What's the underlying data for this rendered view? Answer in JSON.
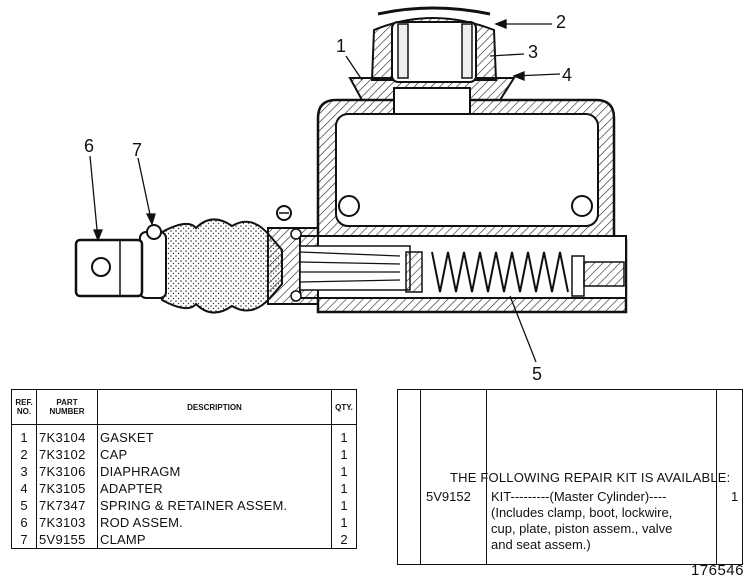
{
  "callouts": [
    "1",
    "2",
    "3",
    "4",
    "5",
    "6",
    "7"
  ],
  "parts_table": {
    "headers": {
      "ref_no": "REF. NO.",
      "part_number": "PART NUMBER",
      "description": "DESCRIPTION",
      "qty": "QTY."
    },
    "rows": [
      {
        "ref": "1",
        "part_number": "7K3104",
        "description": "GASKET",
        "qty": "1"
      },
      {
        "ref": "2",
        "part_number": "7K3102",
        "description": "CAP",
        "qty": "1"
      },
      {
        "ref": "3",
        "part_number": "7K3106",
        "description": "DIAPHRAGM",
        "qty": "1"
      },
      {
        "ref": "4",
        "part_number": "7K3105",
        "description": "ADAPTER",
        "qty": "1"
      },
      {
        "ref": "5",
        "part_number": "7K7347",
        "description": "SPRING & RETAINER ASSEM.",
        "qty": "1"
      },
      {
        "ref": "6",
        "part_number": "7K3103",
        "description": "ROD ASSEM.",
        "qty": "1"
      },
      {
        "ref": "7",
        "part_number": "5V9155",
        "description": "CLAMP",
        "qty": "2"
      }
    ]
  },
  "repair_kit": {
    "heading": "THE FOLLOWING REPAIR KIT IS AVAILABLE:",
    "part_number": "5V9152",
    "name": "KIT",
    "qualifier": "(Master Cylinder)",
    "includes": [
      "(Includes clamp, boot, lockwire,",
      "cup, plate, piston assem., valve",
      "and seat assem.)"
    ],
    "qty": "1"
  },
  "figure_number": "176546"
}
